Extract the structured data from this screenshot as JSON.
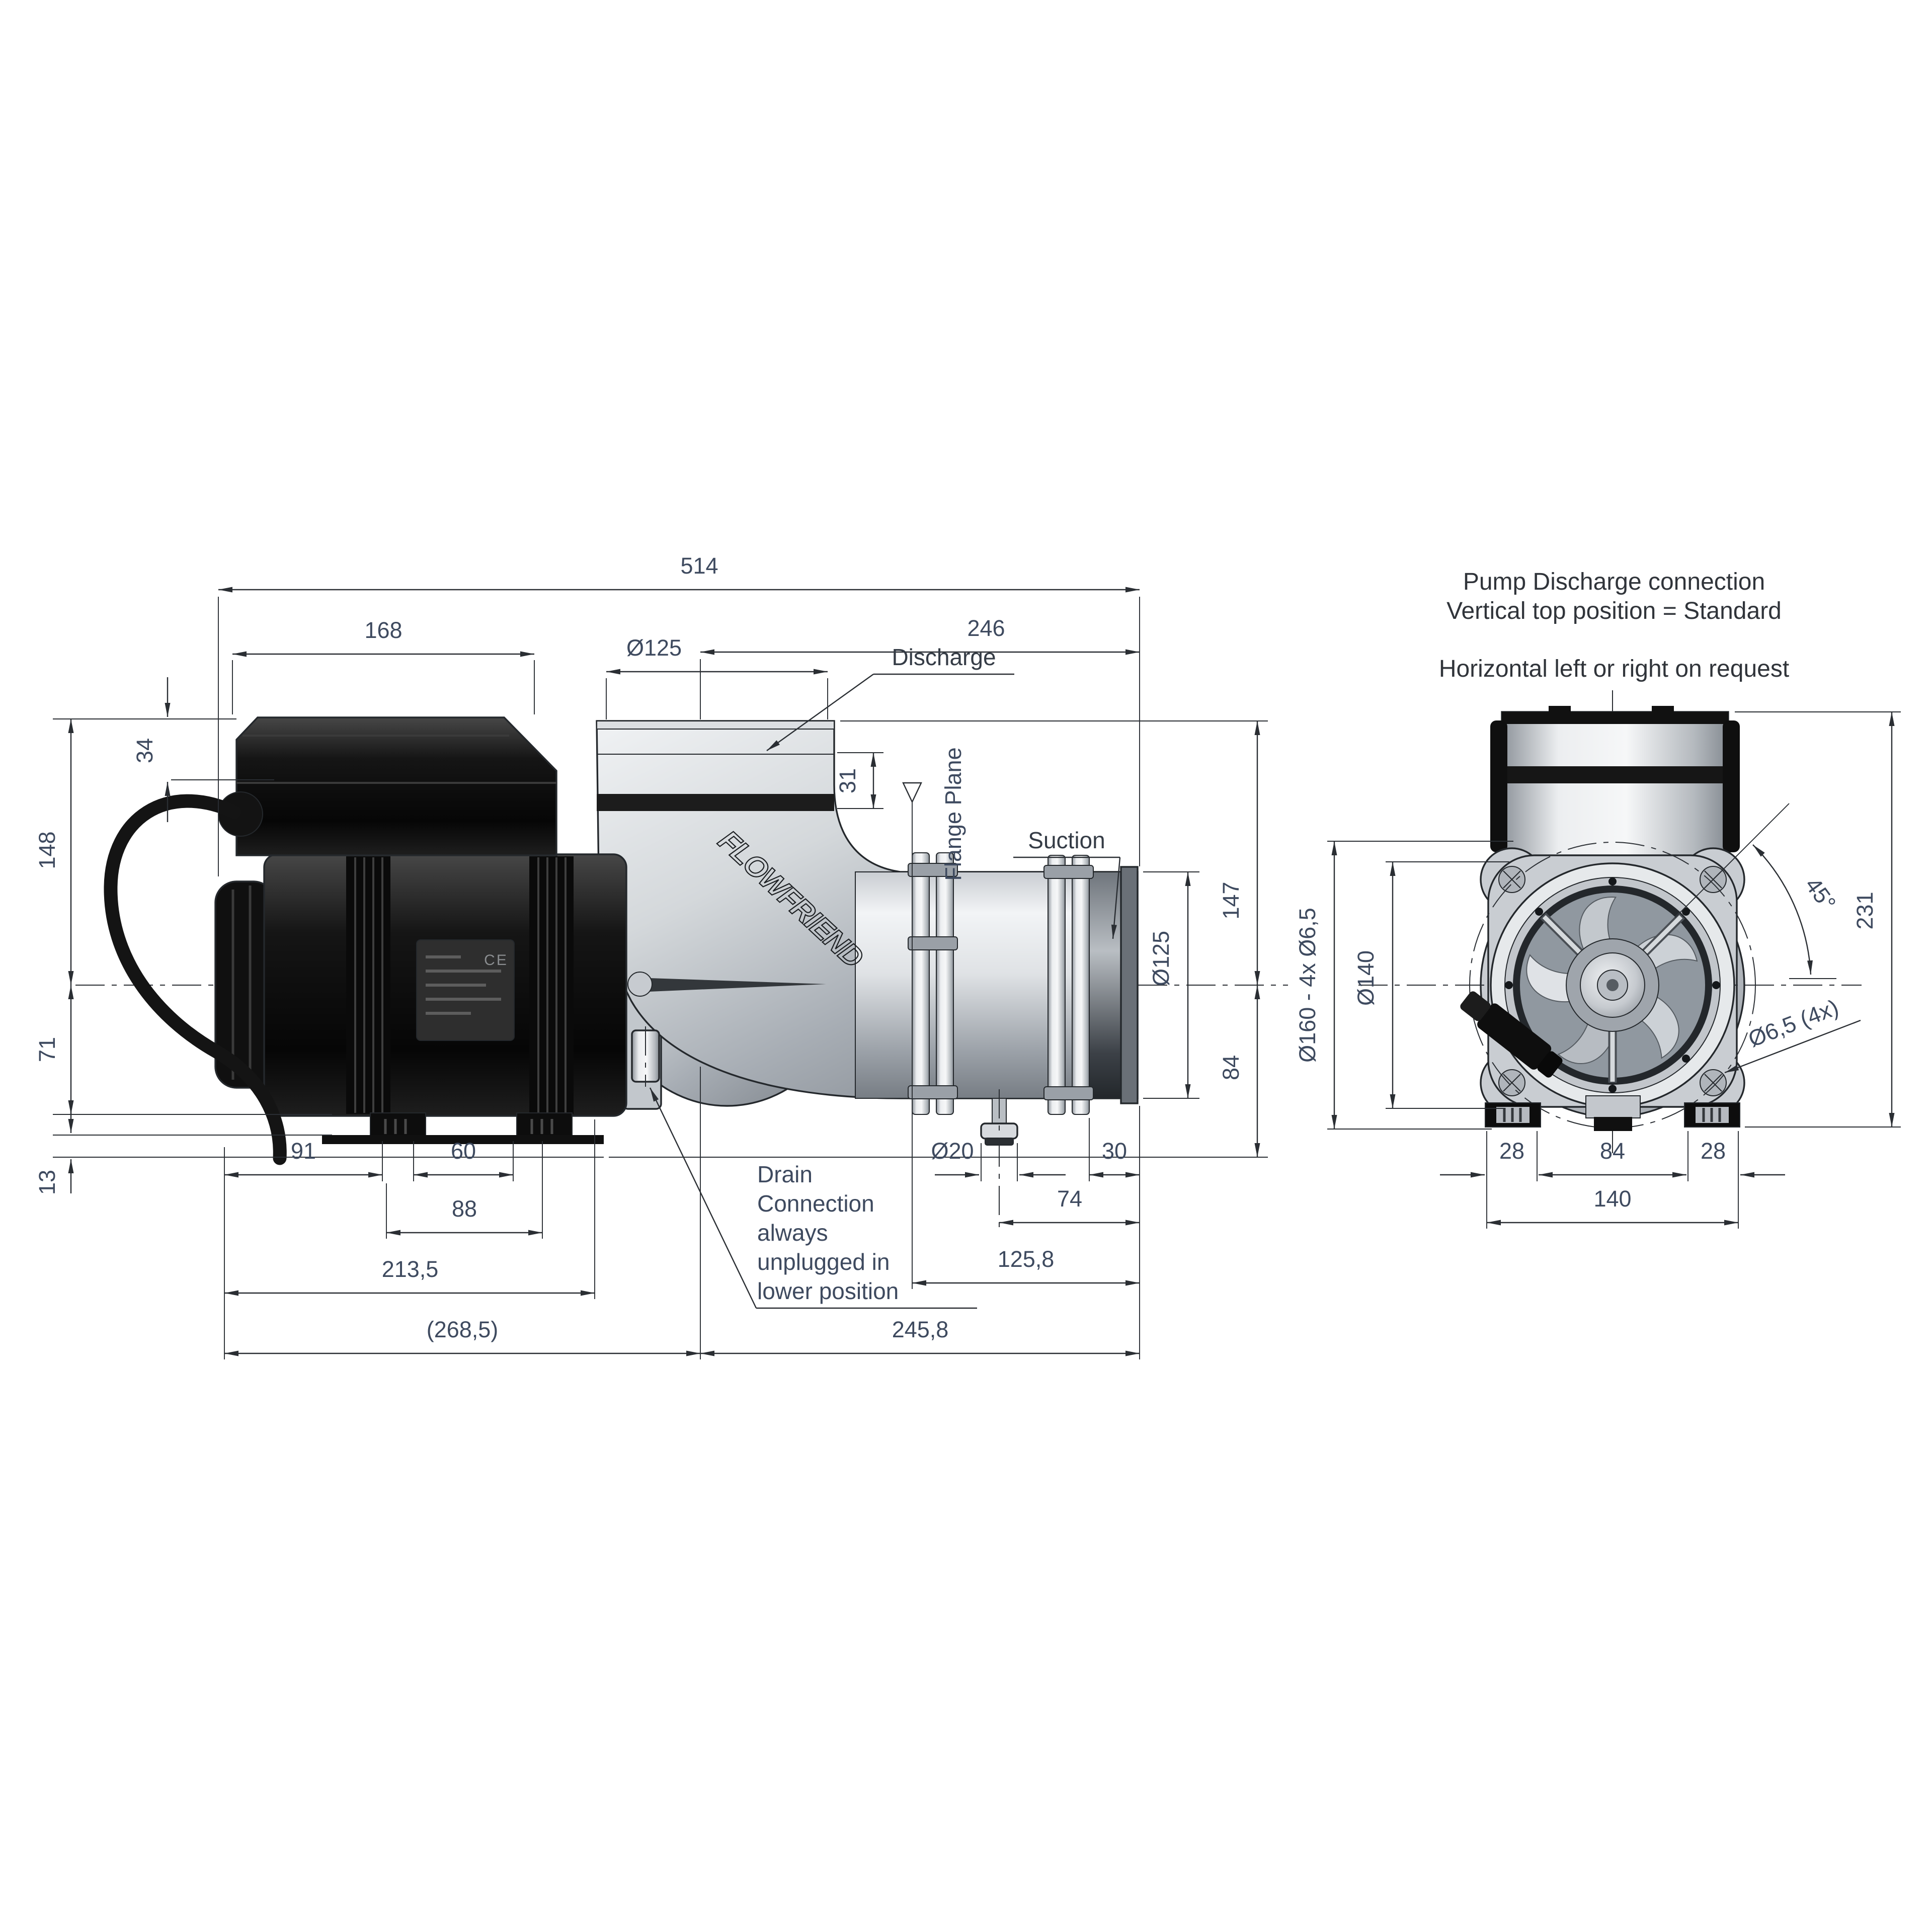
{
  "header": {
    "line1": "Pump Discharge connection",
    "line2": "Vertical top position = Standard",
    "line3": "Horizontal left or right on request"
  },
  "side_view": {
    "labels": {
      "discharge": "Discharge",
      "suction": "Suction",
      "flange_plane": "Flange Plane",
      "logo": "FLOWFRIEND",
      "nameplate_ce": "CE"
    },
    "drain_note": {
      "line1": "Drain",
      "line2": "Connection",
      "line3": "always",
      "line4": "unplugged in",
      "line5": "lower position"
    },
    "dims": {
      "total_length": "514",
      "upper_length": "246",
      "box_length": "168",
      "box_drop": "34",
      "height_above_center": "148",
      "center_to_foot": "71",
      "base_plate": "13",
      "discharge_diameter": "Ø125",
      "discharge_inset": "31",
      "suction_diameter": "Ø125",
      "center_to_top": "147",
      "center_to_base": "84",
      "foot_front": "91",
      "foot_slot": "60",
      "foot_span": "88",
      "motor_length": "213,5",
      "overall_left": "(268,5)",
      "pump_length": "245,8",
      "drain_plug_diameter": "Ø20",
      "plug_to_end": "30",
      "plug_center_to_end": "74",
      "flange_to_end": "125,8"
    }
  },
  "front_view": {
    "dims": {
      "bolt_circle": "Ø160 - 4x Ø6,5",
      "cover_diameter": "Ø140",
      "discharge_angle": "45°",
      "hole_diameter": "Ø6,5 (4x)",
      "total_height": "231",
      "foot_left": "28",
      "feet_span": "84",
      "foot_right": "28",
      "base_width": "140"
    }
  }
}
